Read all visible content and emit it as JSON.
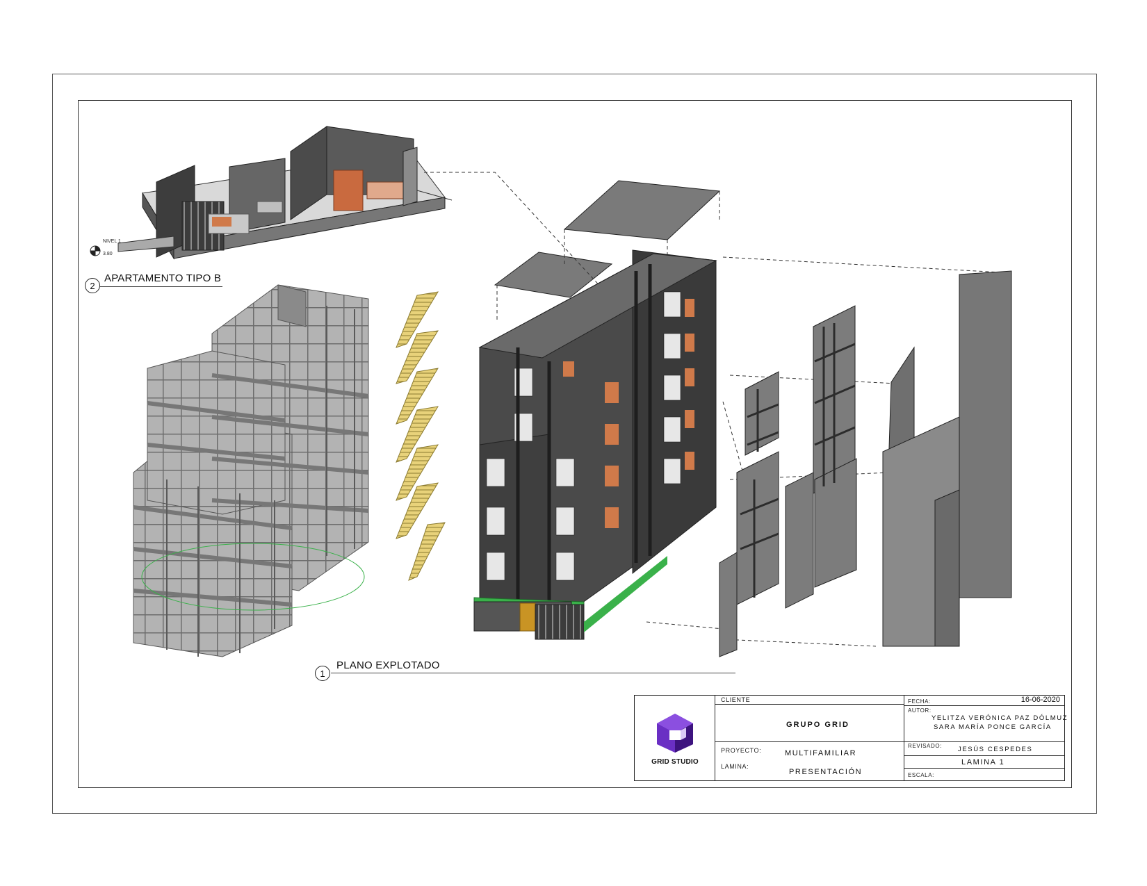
{
  "labels": {
    "view2_number": "2",
    "view2_title": "APARTAMENTO TIPO B",
    "view1_number": "1",
    "view1_title": "PLANO EXPLOTADO",
    "level_tag": "NIVEL 1",
    "level_value": "3.80"
  },
  "title_block": {
    "brand": "GRID STUDIO",
    "client_key": "CLIENTE",
    "client_value": "GRUPO GRID",
    "project_key": "PROYECTO:",
    "project_value": "MULTIFAMILIAR",
    "sheet_key": "LAMINA:",
    "sheet_value": "PRESENTACIÓN",
    "date_key": "FECHA:",
    "date_value": "16-06-2020",
    "author_key": "AUTOR:",
    "author_1": "YELITZA VERÓNICA PAZ DÓLMUZ",
    "author_2": "SARA MARÍA PONCE GARCÍA",
    "reviewed_key": "REVISADO:",
    "reviewed_value": "JESÚS CESPEDES",
    "sheet_number": "LAMINA 1",
    "scale_key": "ESCALA:"
  },
  "colors": {
    "logo_purple": "#6a2fc4",
    "logo_dark": "#3d137f",
    "concrete": "#a9a9a9",
    "dark_wall": "#4a4a4a",
    "stair_yellow": "#e8d27a",
    "accent_orange": "#d07a4a",
    "green_base": "#3ab14a"
  }
}
